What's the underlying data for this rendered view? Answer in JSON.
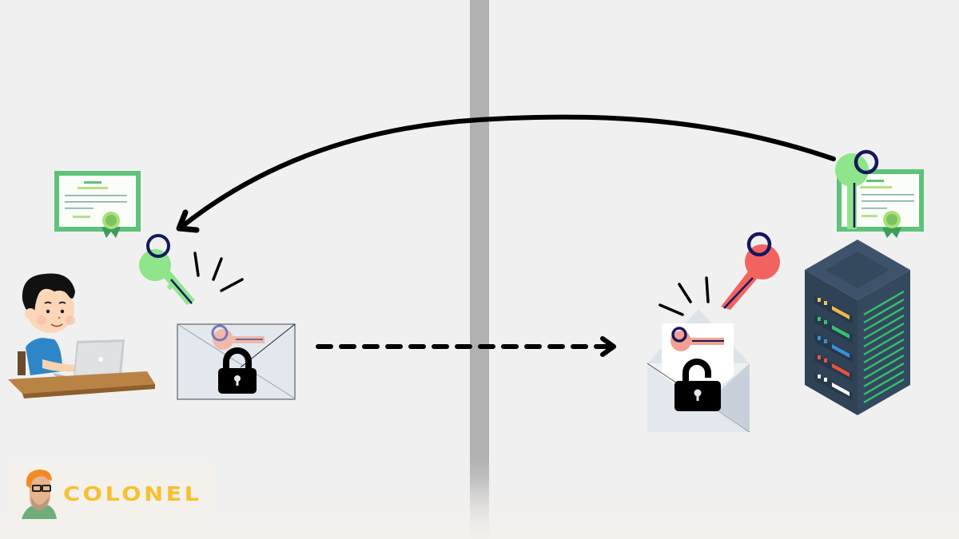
{
  "diagram": {
    "title_description": "Public key certificate exchange between client and server",
    "left_panel": {
      "actor": "client-user-with-laptop",
      "certificate": "certificate-icon",
      "public_key": {
        "icon": "green-key-icon",
        "color": "#8ee58a"
      },
      "envelope": {
        "state": "locked",
        "contents": "pink-key-icon",
        "lock": "padlock-closed-icon"
      }
    },
    "right_panel": {
      "actor": "server-rack",
      "certificate": "certificate-icon",
      "public_key": {
        "icon": "green-key-icon",
        "color": "#8ee58a"
      },
      "private_key": {
        "icon": "red-key-icon",
        "color": "#f26360"
      },
      "envelope": {
        "state": "unlocked",
        "contents": "pink-key-icon",
        "lock": "padlock-open-icon"
      }
    },
    "arrows": [
      {
        "name": "certificate-transfer-arrow",
        "from": "server",
        "to": "client",
        "style": "solid-curved"
      },
      {
        "name": "encrypted-key-transfer-arrow",
        "from": "client",
        "to": "server",
        "style": "dashed"
      }
    ],
    "colors": {
      "background": "#f0f0f0",
      "divider": "#b1b1b1",
      "cert_green": "#5ec27a",
      "key_green": "#8ee58a",
      "key_red": "#f26360",
      "key_pink": "#f4a79a",
      "ring_navy": "#14185e",
      "server_body": "#34495e",
      "logo_yellow": "#f7c02f"
    }
  },
  "brand": {
    "logo_text": "COLONEL"
  }
}
